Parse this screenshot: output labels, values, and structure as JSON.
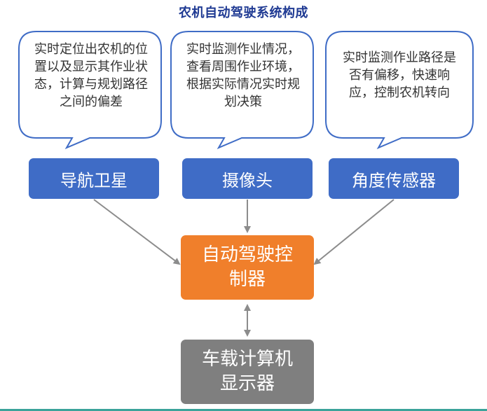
{
  "title": "农机自动驾驶系统构成",
  "bubbles": [
    {
      "text": "实时定位出农机的位置以及显示其作业状态，计算与规划路径之间的偏差"
    },
    {
      "text": "实时监测作业情况，查看周围作业环境，根据实际情况实时规划决策"
    },
    {
      "text": "实时监测作业路径是否有偏移，快速响应，控制农机转向"
    }
  ],
  "sensors": [
    {
      "label": "导航卫星"
    },
    {
      "label": "摄像头"
    },
    {
      "label": "角度传感器"
    }
  ],
  "controller": {
    "line1": "自动驾驶控",
    "line2": "制器"
  },
  "display": {
    "line1": "车载计算机",
    "line2": "显示器"
  },
  "colors": {
    "title": "#1f3a93",
    "sensor_box": "#3f6cc6",
    "controller_box": "#f07f2b",
    "display_box": "#7f7f7f",
    "bubble_border": "#3f6cc6",
    "arrow": "#8c8c8c",
    "bottom_bar": "#3aa39a"
  }
}
